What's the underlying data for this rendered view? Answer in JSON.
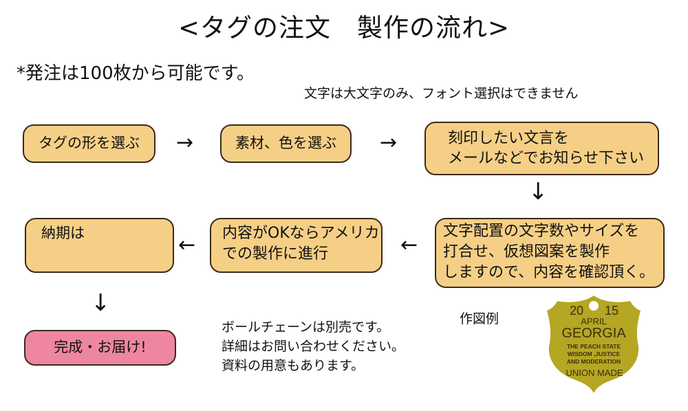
{
  "title": "<タグの注文　製作の流れ>",
  "notes": {
    "minimum_order": "*発注は100枚から可能です。",
    "font_note": "文字は大文字のみ、フォント選択はできません",
    "chain_note": [
      "ボールチェーンは別売です。",
      "詳細はお問い合わせください。",
      "資料の用意もあります。"
    ],
    "example_label": "作図例"
  },
  "flow": {
    "steps": [
      {
        "id": 1,
        "lines": [
          "タグの形を選ぶ"
        ]
      },
      {
        "id": 2,
        "lines": [
          "素材、色を選ぶ"
        ]
      },
      {
        "id": 3,
        "lines": [
          "刻印したい文言を",
          "メールなどでお知らせ下さい"
        ]
      },
      {
        "id": 4,
        "lines": [
          "文字配置の文字数やサイズを",
          "打合せ、仮想図案を製作",
          "しますので、内容を確認頂く。"
        ]
      },
      {
        "id": 5,
        "lines": [
          "内容がOKならアメリカ",
          "での製作に進行"
        ]
      },
      {
        "id": 6,
        "lines": [
          "納期は"
        ]
      },
      {
        "id": 7,
        "lines": [
          "完成・お届け!"
        ]
      }
    ],
    "arrows": {
      "right": "→",
      "left": "←",
      "down": "↓"
    },
    "colors": {
      "step_fill": "#f6cf86",
      "final_fill": "#ee86a0",
      "border": "#3a2a1a"
    }
  },
  "example_tag": {
    "year_left": "20",
    "year_right": "15",
    "month": "APRIL",
    "state": "GEORGIA",
    "motto_lines": [
      "THE PEACH STATE",
      "WISDOM ,JUSTICE",
      "AND MODERATION"
    ],
    "footer": "UNION MADE",
    "color": "#b5a623"
  }
}
